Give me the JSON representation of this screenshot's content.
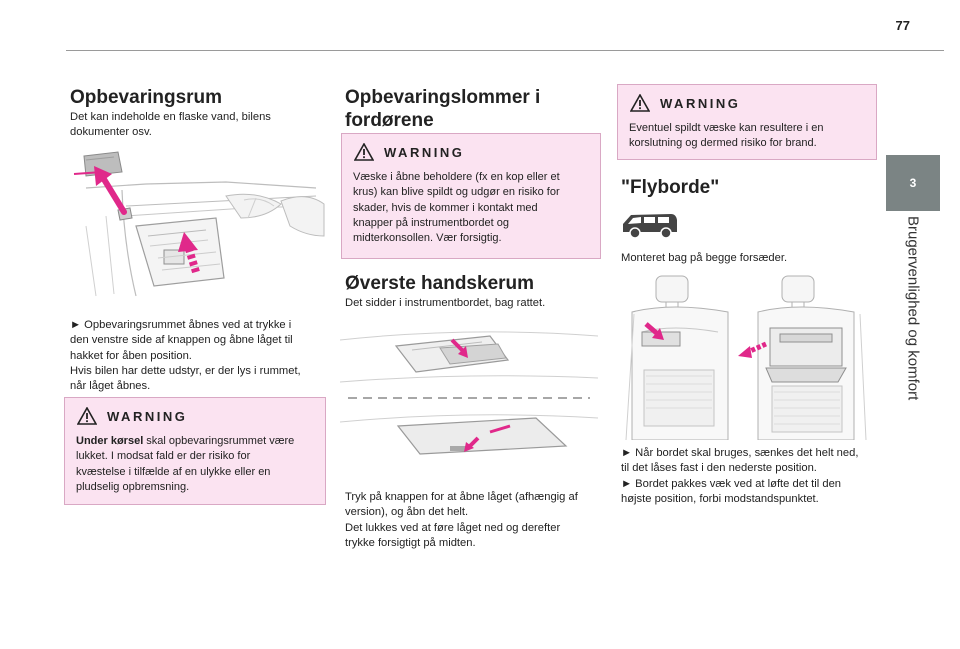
{
  "page": {
    "number": "77"
  },
  "chapter": {
    "number": "3",
    "title": "Brugervenlighed og komfort"
  },
  "col1": {
    "heading": "Opbevaringsrum",
    "intro": [
      "Det kan indeholde en flaske vand, bilens",
      "dokumenter osv."
    ],
    "instructions": [
      "► Opbevaringsrummet åbnes ved at trykke i",
      "den venstre side af knappen og åbne låget til",
      "hakket for åben position.",
      "Hvis bilen har dette udstyr, er der lys i rummet,",
      "når låget åbnes."
    ],
    "warning": {
      "title": "WARNING",
      "bold_lead": "Under kørsel",
      "line1_rest": " skal opbevaringsrummet være",
      "lines": [
        "lukket. I modsat fald er der risiko for",
        "kvæstelse i tilfælde af en ulykke eller en",
        "pludselig opbremsning."
      ]
    }
  },
  "col2": {
    "heading_lines": [
      "Opbevaringslommer i",
      "fordørene"
    ],
    "warning": {
      "title": "WARNING",
      "lines": [
        "Væske i åbne beholdere (fx en kop eller et",
        "krus) kan blive spildt og udgør en risiko for",
        "skader, hvis de kommer i kontakt med",
        "knapper på instrumentbordet og",
        "midterkonsollen. Vær forsigtig."
      ]
    },
    "heading2": "Øverste handskerum",
    "subtext": "Det sidder i instrumentbordet, bag rattet.",
    "instructions": [
      "Tryk på knappen for at åbne låget (afhængig af",
      "version), og åbn det helt.",
      "Det lukkes ved at føre låget ned og derefter",
      "trykke forsigtigt på midten."
    ]
  },
  "col3": {
    "warning": {
      "title": "WARNING",
      "lines": [
        "Eventuel spildt væske kan resultere i en",
        "korslutning og dermed risiko for brand."
      ]
    },
    "heading": "\"Flyborde\"",
    "vehicle_icon": "van-icon",
    "subtext": "Monteret bag på begge forsæder.",
    "instructions": [
      "► Når bordet skal bruges, sænkes det helt ned,",
      "til det låses fast i den nederste position.",
      "► Bordet pakkes væk ved at løfte det til den",
      "højste position, forbi modstandspunktet."
    ]
  },
  "colors": {
    "warning_bg": "#fbe3f1",
    "accent_arrow": "#e0288a",
    "chapter_tab": "#7b8484"
  }
}
